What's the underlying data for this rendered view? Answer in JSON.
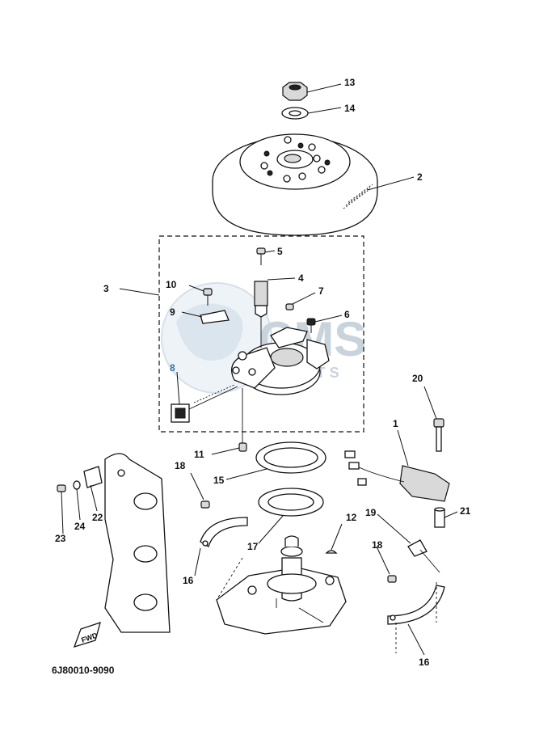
{
  "diagram": {
    "part_number_code": "6J80010-9090",
    "fwd_label": "FWD",
    "watermark": {
      "text_main": "CMS",
      "text_sub": "PARTS"
    },
    "callouts": {
      "c1": "1",
      "c2": "2",
      "c3": "3",
      "c4": "4",
      "c5": "5",
      "c6": "6",
      "c7": "7",
      "c8": "8",
      "c9": "9",
      "c10": "10",
      "c11": "11",
      "c12": "12",
      "c13": "13",
      "c14": "14",
      "c15": "15",
      "c16a": "16",
      "c16b": "16",
      "c17": "17",
      "c18a": "18",
      "c18b": "18",
      "c19": "19",
      "c20": "20",
      "c21": "21",
      "c22": "22",
      "c23": "23",
      "c24": "24"
    },
    "colors": {
      "ink": "#111111",
      "watermark": "#c9d3dc",
      "highlight_label": "#3a6ea5"
    }
  }
}
